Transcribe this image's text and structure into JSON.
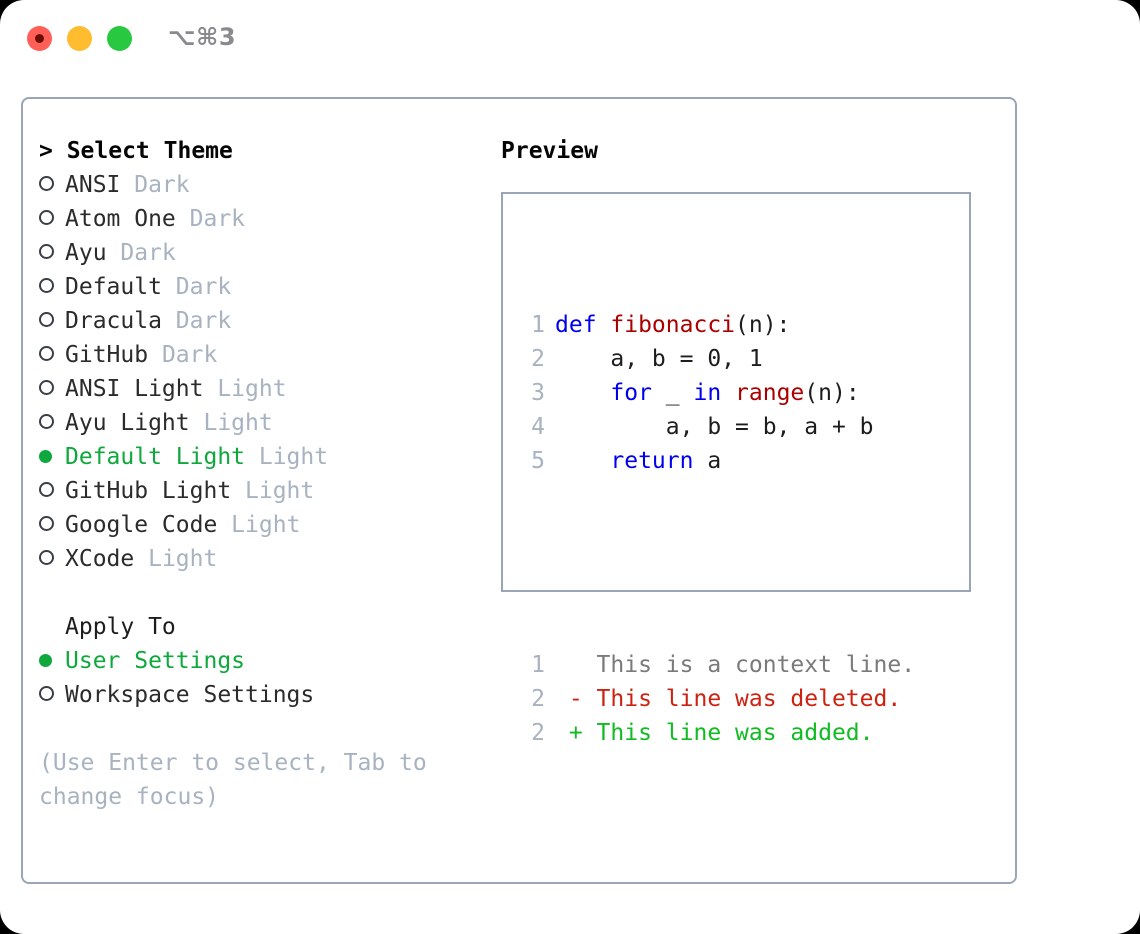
{
  "window": {
    "traffic_lights": [
      "close",
      "minimize",
      "maximize"
    ],
    "shortcut": "⌥⌘3",
    "border_color": "#9aa5b8"
  },
  "colors": {
    "selected_green": "#0fa83c",
    "muted": "#a8b2c0",
    "keyword_blue": "#0000ee",
    "function_red": "#aa0000",
    "diff_deleted": "#cc2211",
    "diff_added": "#11bb22",
    "traffic_red": "#ff5f57",
    "traffic_yellow": "#febc2e",
    "traffic_green": "#28c840"
  },
  "theme_picker": {
    "heading": "> Select Theme",
    "heading_prefix": ">",
    "heading_label": "Select Theme",
    "items": [
      {
        "marker": "○",
        "name": "ANSI",
        "variant": "Dark",
        "selected": false
      },
      {
        "marker": "○",
        "name": "Atom One",
        "variant": "Dark",
        "selected": false
      },
      {
        "marker": "○",
        "name": "Ayu",
        "variant": "Dark",
        "selected": false
      },
      {
        "marker": "○",
        "name": "Default",
        "variant": "Dark",
        "selected": false
      },
      {
        "marker": "○",
        "name": "Dracula",
        "variant": "Dark",
        "selected": false
      },
      {
        "marker": "○",
        "name": "GitHub",
        "variant": "Dark",
        "selected": false
      },
      {
        "marker": "○",
        "name": "ANSI Light",
        "variant": "Light",
        "selected": false
      },
      {
        "marker": "○",
        "name": "Ayu Light",
        "variant": "Light",
        "selected": false
      },
      {
        "marker": "●",
        "name": "Default Light",
        "variant": "Light",
        "selected": true
      },
      {
        "marker": "○",
        "name": "GitHub Light",
        "variant": "Light",
        "selected": false
      },
      {
        "marker": "○",
        "name": "Google Code",
        "variant": "Light",
        "selected": false
      },
      {
        "marker": "○",
        "name": "XCode",
        "variant": "Light",
        "selected": false
      }
    ]
  },
  "apply_to": {
    "heading": "Apply To",
    "items": [
      {
        "marker": "●",
        "label": "User Settings",
        "selected": true
      },
      {
        "marker": "○",
        "label": "Workspace Settings",
        "selected": false
      }
    ]
  },
  "hint": "(Use Enter to select, Tab to change focus)",
  "preview": {
    "title": "Preview",
    "code_lines": [
      {
        "num": "1",
        "tokens": [
          {
            "t": "def ",
            "c": "kw"
          },
          {
            "t": "fibonacci",
            "c": "fn"
          },
          {
            "t": "(n):",
            "c": "pl"
          }
        ]
      },
      {
        "num": "2",
        "tokens": [
          {
            "t": "    a, b = 0, 1",
            "c": "pl"
          }
        ]
      },
      {
        "num": "3",
        "tokens": [
          {
            "t": "    ",
            "c": "pl"
          },
          {
            "t": "for",
            "c": "kw"
          },
          {
            "t": " _ ",
            "c": "pl"
          },
          {
            "t": "in",
            "c": "kw"
          },
          {
            "t": " ",
            "c": "pl"
          },
          {
            "t": "range",
            "c": "fn"
          },
          {
            "t": "(n):",
            "c": "pl"
          }
        ]
      },
      {
        "num": "4",
        "tokens": [
          {
            "t": "        a, b = b, a + b",
            "c": "pl"
          }
        ]
      },
      {
        "num": "5",
        "tokens": [
          {
            "t": "    ",
            "c": "pl"
          },
          {
            "t": "return",
            "c": "kw"
          },
          {
            "t": " a",
            "c": "pl"
          }
        ]
      }
    ],
    "diff_lines": [
      {
        "num": "1",
        "sign": " ",
        "text": " This is a context line.",
        "kind": "ctx"
      },
      {
        "num": "2",
        "sign": "-",
        "text": " This line was deleted.",
        "kind": "del"
      },
      {
        "num": "2",
        "sign": "+",
        "text": " This line was added.",
        "kind": "add"
      }
    ]
  }
}
